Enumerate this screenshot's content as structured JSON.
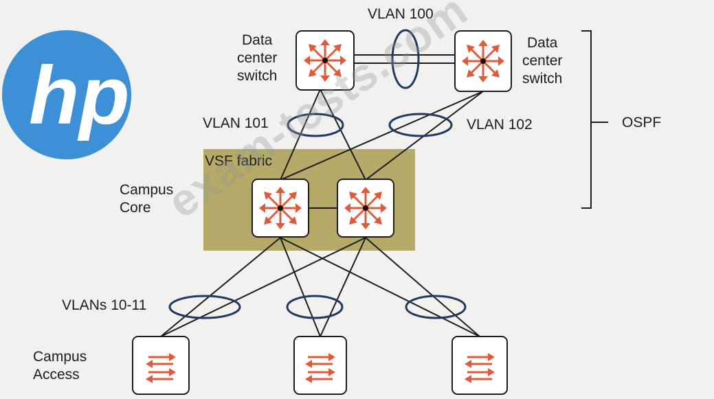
{
  "logo": {
    "text": "hp",
    "color": "#3d8fd6"
  },
  "labels": {
    "vlan100": "VLAN 100",
    "dc_switch_left": "Data\ncenter\nswitch",
    "dc_switch_right": "Data\ncenter\nswitch",
    "vlan101": "VLAN 101",
    "vlan102": "VLAN 102",
    "ospf": "OSPF",
    "vsf_fabric": "VSF fabric",
    "campus_core": "Campus\nCore",
    "vlans_10_11": "VLANs 10-11",
    "campus_access": "Campus\nAccess"
  },
  "watermark": "exam-tests.com",
  "colors": {
    "vsf_fabric_fill": "#b5aa68",
    "router_icon": "#e05a3a",
    "line": "#1c1c1c",
    "ellipse": "#1f3a5f"
  },
  "icons": {
    "router": "router-arrows-icon",
    "switch": "switch-arrows-icon"
  }
}
